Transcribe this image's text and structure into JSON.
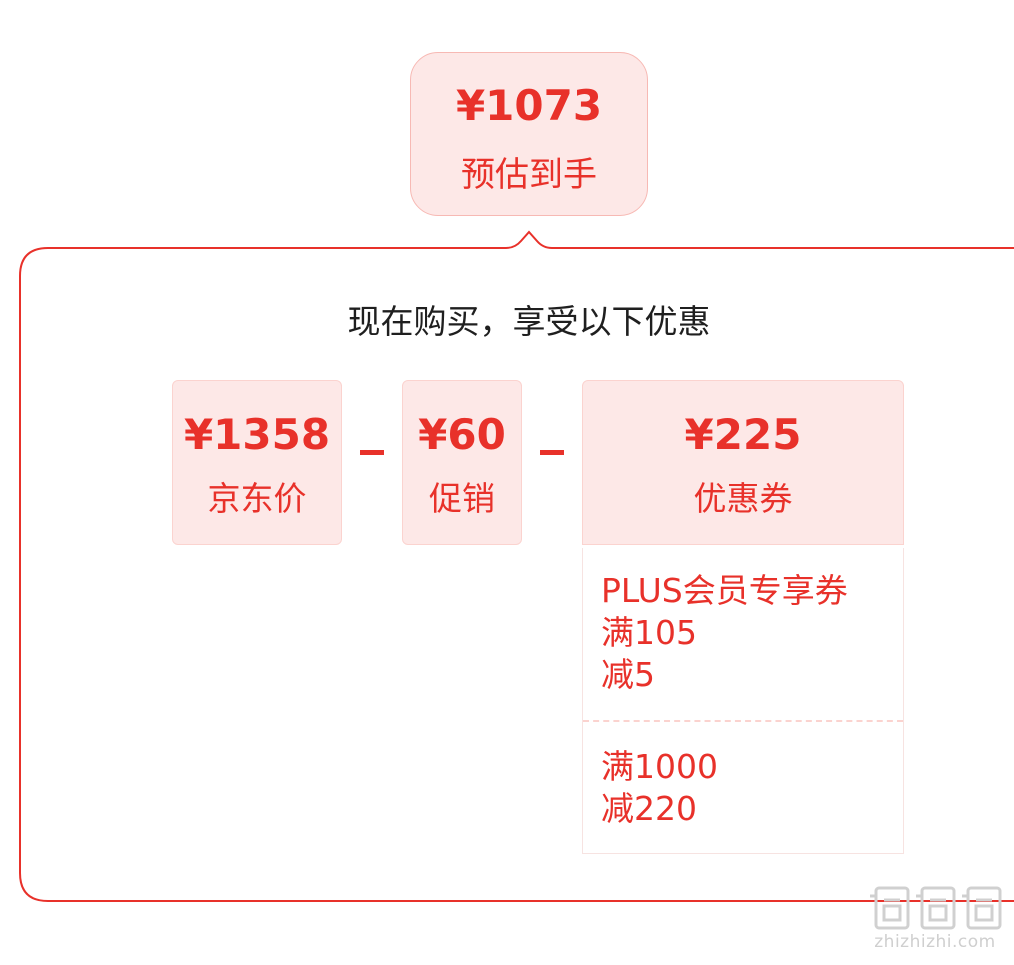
{
  "estimate": {
    "price": "¥1073",
    "label": "预估到手"
  },
  "headline": "现在购买，享受以下优惠",
  "breakdown": {
    "jd_price": {
      "value": "¥1358",
      "label": "京东价"
    },
    "promotion": {
      "value": "¥60",
      "label": "促销"
    },
    "coupon": {
      "value": "¥225",
      "label": "优惠券"
    },
    "operator": "−"
  },
  "coupons": [
    {
      "lines": [
        "PLUS会员专享券",
        "满105",
        "减5"
      ]
    },
    {
      "lines": [
        "满1000",
        "减220"
      ]
    }
  ],
  "watermark": {
    "text": "zhizhizhi.com"
  },
  "colors": {
    "accent": "#e8312a",
    "box_fill": "#fde8e7",
    "panel_border": "#e8312a"
  }
}
